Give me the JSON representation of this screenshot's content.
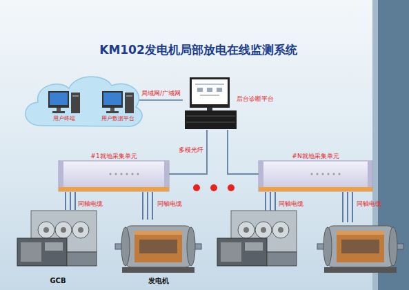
{
  "diagram": {
    "title": "KM102发电机局部放电在线监测系统",
    "nodes": [
      {
        "text": [
          "用户终端"
        ]
      },
      {
        "text": [
          "用户数据平台"
        ]
      },
      {
        "text": [
          "后台诊断平台"
        ]
      },
      {
        "text": [
          "#1就地采集单元"
        ]
      },
      {
        "text": [
          "#N就地采集单元"
        ]
      },
      {
        "text": [
          "GCB"
        ]
      },
      {
        "text": [
          "发电机"
        ]
      }
    ],
    "edges": [
      {
        "from": 1,
        "to": 2,
        "arrow": "none",
        "label": "局域网/广域网"
      },
      {
        "from": 2,
        "to": 3,
        "arrow": "none",
        "label": "多模光纤"
      },
      {
        "from": 2,
        "to": 4,
        "arrow": "none"
      },
      {
        "from": 3,
        "to": 5,
        "arrow": "none",
        "label": "同轴电缆"
      },
      {
        "from": 3,
        "to": 6,
        "arrow": "none",
        "label": "同轴电缆"
      }
    ],
    "labels": [
      "同轴电缆",
      "同轴电缆"
    ]
  }
}
